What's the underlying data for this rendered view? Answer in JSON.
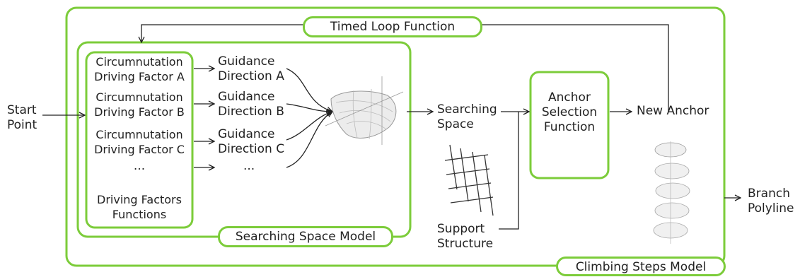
{
  "start": [
    "Start",
    "Point"
  ],
  "timed_loop": "Timed Loop Function",
  "factors": [
    [
      "Circumnutation",
      "Driving Factor A"
    ],
    [
      "Circumnutation",
      "Driving Factor B"
    ],
    [
      "Circumnutation",
      "Driving Factor C"
    ]
  ],
  "factor_more": "...",
  "factor_footer": [
    "Driving Factors",
    "Functions"
  ],
  "guidance": [
    [
      "Guidance",
      "Direction A"
    ],
    [
      "Guidance",
      "Direction B"
    ],
    [
      "Guidance",
      "Direction C"
    ]
  ],
  "guidance_more": "...",
  "searching_space": [
    "Searching",
    "Space"
  ],
  "support_structure": [
    "Support",
    "Structure"
  ],
  "anchor_selection": [
    "Anchor",
    "Selection",
    "Function"
  ],
  "new_anchor": "New Anchor",
  "branch_polyline": [
    "Branch",
    "Polyline"
  ],
  "searching_space_model": "Searching Space Model",
  "climbing_steps_model": "Climbing Steps Model",
  "colors": {
    "box_stroke": "#7ccc3a",
    "line": "#222222"
  }
}
